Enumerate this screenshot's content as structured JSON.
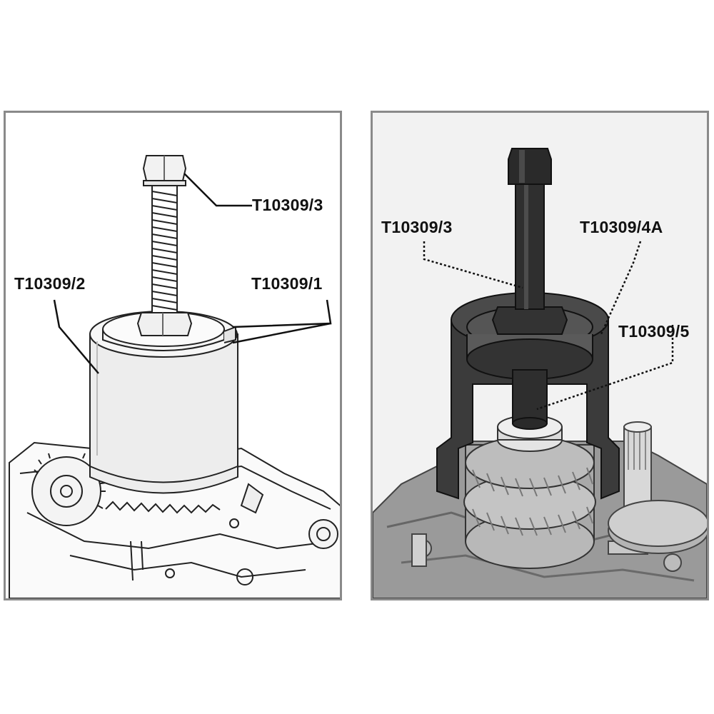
{
  "left_panel": {
    "callouts": {
      "bolt": "T10309/3",
      "sleeve": "T10309/2",
      "plate": "T10309/1"
    }
  },
  "right_panel": {
    "callouts": {
      "bolt": "T10309/3",
      "sleeve": "T10309/4A",
      "adapter": "T10309/5"
    }
  }
}
